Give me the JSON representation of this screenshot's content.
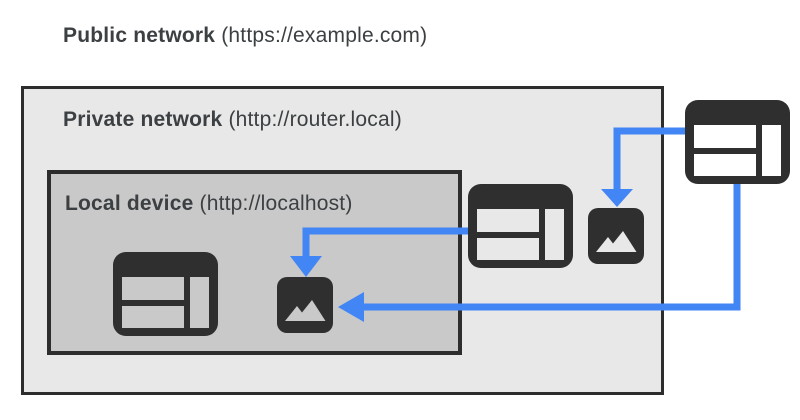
{
  "diagram": {
    "public_network": {
      "name": "Public network",
      "url": "(https://example.com)"
    },
    "private_network": {
      "name": "Private network",
      "url": "(http://router.local)"
    },
    "local_device": {
      "name": "Local device",
      "url": "(http://localhost)"
    }
  },
  "nodes": [
    {
      "id": "public-browser",
      "icon": "browser-window-icon",
      "network": "public_network"
    },
    {
      "id": "private-browser",
      "icon": "browser-window-icon",
      "network": "private_network"
    },
    {
      "id": "private-image",
      "icon": "image-icon",
      "network": "private_network"
    },
    {
      "id": "local-browser",
      "icon": "browser-window-icon",
      "network": "local_device"
    },
    {
      "id": "local-image",
      "icon": "image-icon",
      "network": "local_device"
    }
  ],
  "arrows": [
    {
      "from": "public-browser",
      "to": "private-image"
    },
    {
      "from": "public-browser",
      "to": "local-image"
    },
    {
      "from": "private-browser",
      "to": "local-image"
    }
  ],
  "colors": {
    "arrow_blue": "#4285f4",
    "icon_dark": "#2f2f2f",
    "box_border": "#2d2d2d",
    "private_bg": "#e8e8e8",
    "local_bg": "#c9c9c9",
    "text": "#3c4043",
    "canvas_bg": "#ffffff"
  }
}
